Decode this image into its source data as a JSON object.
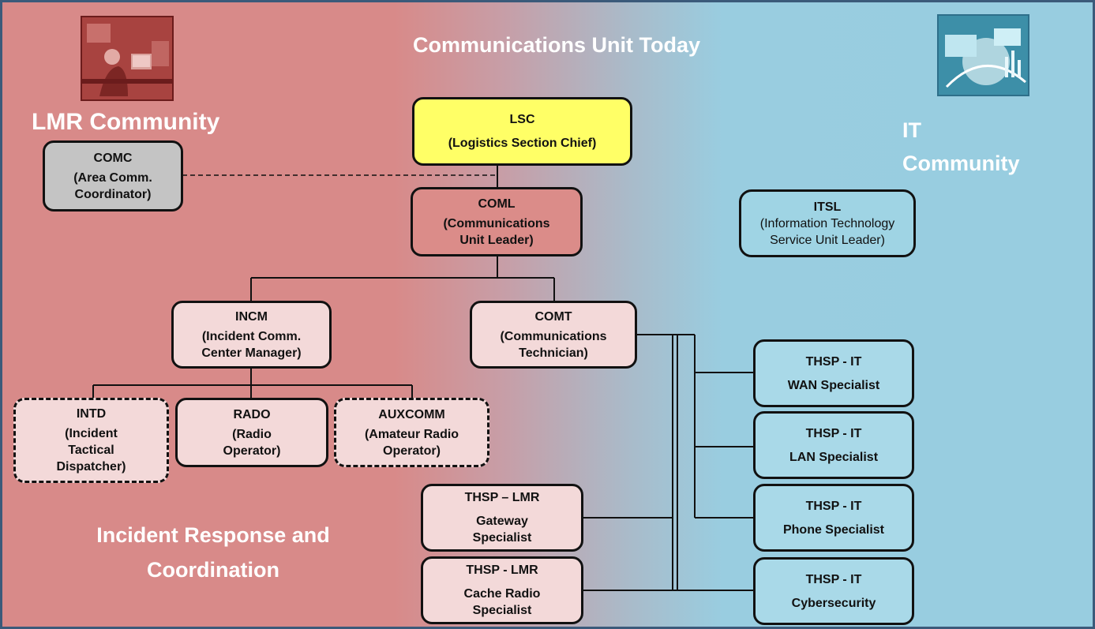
{
  "title": "Communications Unit Today",
  "communities": {
    "lmr": "LMR Community",
    "it": "IT\nCommunity",
    "incident": "Incident Response and\nCoordination"
  },
  "nodes": {
    "lsc": {
      "abbr": "LSC",
      "desc": "(Logistics Section Chief)"
    },
    "comc": {
      "abbr": "COMC",
      "desc": "(Area Comm.\nCoordinator)"
    },
    "coml": {
      "abbr": "COML",
      "desc": "(Communications\nUnit Leader)"
    },
    "itsl": {
      "abbr": "ITSL",
      "desc": "(Information Technology\nService Unit Leader)"
    },
    "incm": {
      "abbr": "INCM",
      "desc": "(Incident Comm.\nCenter Manager)"
    },
    "comt": {
      "abbr": "COMT",
      "desc": "(Communications\nTechnician)"
    },
    "intd": {
      "abbr": "INTD",
      "desc": "(Incident\nTactical\nDispatcher)"
    },
    "rado": {
      "abbr": "RADO",
      "desc": "(Radio\nOperator)"
    },
    "auxcomm": {
      "abbr": "AUXCOMM",
      "desc": "(Amateur Radio\nOperator)"
    },
    "thsp_lmr_gateway": {
      "abbr": "THSP – LMR",
      "desc": "Gateway\nSpecialist"
    },
    "thsp_lmr_cache": {
      "abbr": "THSP - LMR",
      "desc": "Cache Radio\nSpecialist"
    },
    "thsp_it_wan": {
      "abbr": "THSP - IT",
      "desc": "WAN Specialist"
    },
    "thsp_it_lan": {
      "abbr": "THSP - IT",
      "desc": "LAN Specialist"
    },
    "thsp_it_phone": {
      "abbr": "THSP - IT",
      "desc": "Phone Specialist"
    },
    "thsp_it_cyber": {
      "abbr": "THSP - IT",
      "desc": "Cybersecurity"
    }
  },
  "colors": {
    "lmr_side": "#d88a89",
    "it_side": "#98cde0",
    "lsc_fill": "#ffff66",
    "coml_fill": "#db8c89",
    "comc_fill": "#c4c4c4",
    "lmr_node_fill": "#f3d9d9",
    "it_node_fill": "#a9d9e8"
  }
}
